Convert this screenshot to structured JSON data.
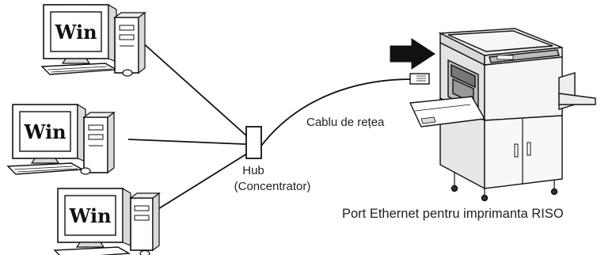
{
  "computers": [
    {
      "screen_label": "Win"
    },
    {
      "screen_label": "Win"
    },
    {
      "screen_label": "Win"
    }
  ],
  "hub": {
    "line1": "Hub",
    "line2": "(Concentrator)"
  },
  "cable_label": "Cablu de rețea",
  "printer_caption": "Port Ethernet pentru imprimanta RISO",
  "colors": {
    "line": "#111111",
    "fill": "#ffffff",
    "shade": "#d9d9d9",
    "dark": "#222222"
  }
}
